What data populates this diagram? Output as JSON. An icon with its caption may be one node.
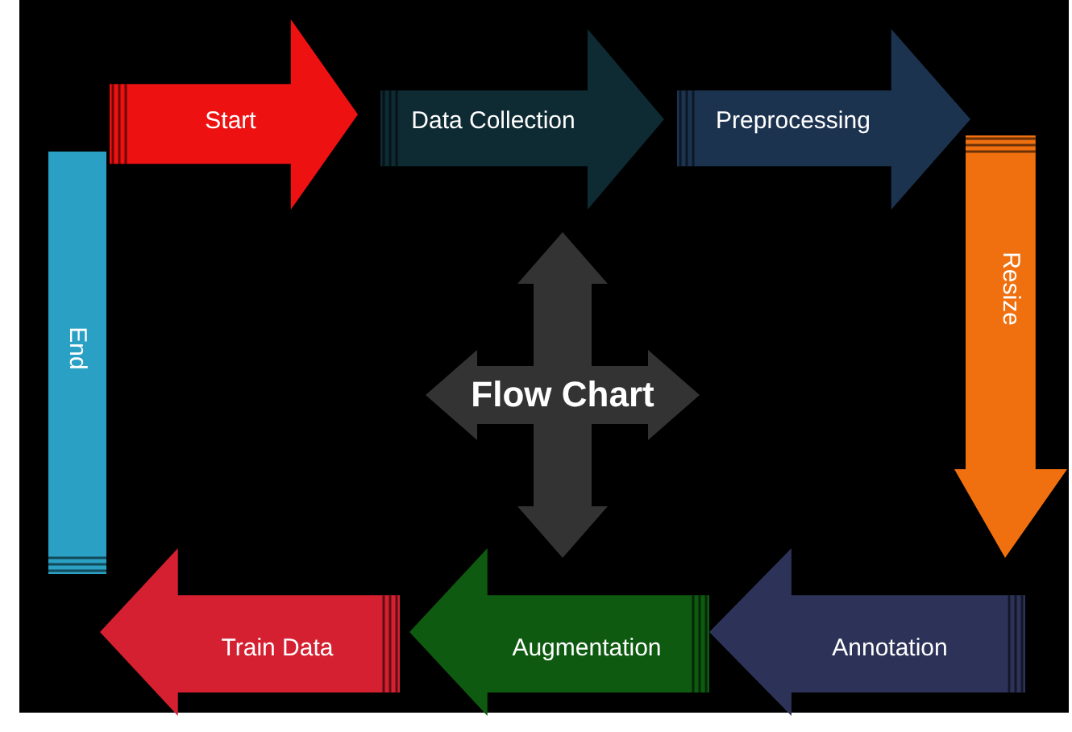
{
  "diagram": {
    "nodes": [
      {
        "text": [
          "Start"
        ]
      },
      {
        "text": [
          "Data Collection"
        ]
      },
      {
        "text": [
          "Preprocessing"
        ]
      },
      {
        "text": [
          "Resize"
        ]
      },
      {
        "text": [
          "Annotation"
        ]
      },
      {
        "text": [
          "Augmentation"
        ]
      },
      {
        "text": [
          "Train Data"
        ]
      },
      {
        "text": [
          "End"
        ]
      },
      {
        "text": [
          "Flow Chart"
        ]
      }
    ]
  }
}
